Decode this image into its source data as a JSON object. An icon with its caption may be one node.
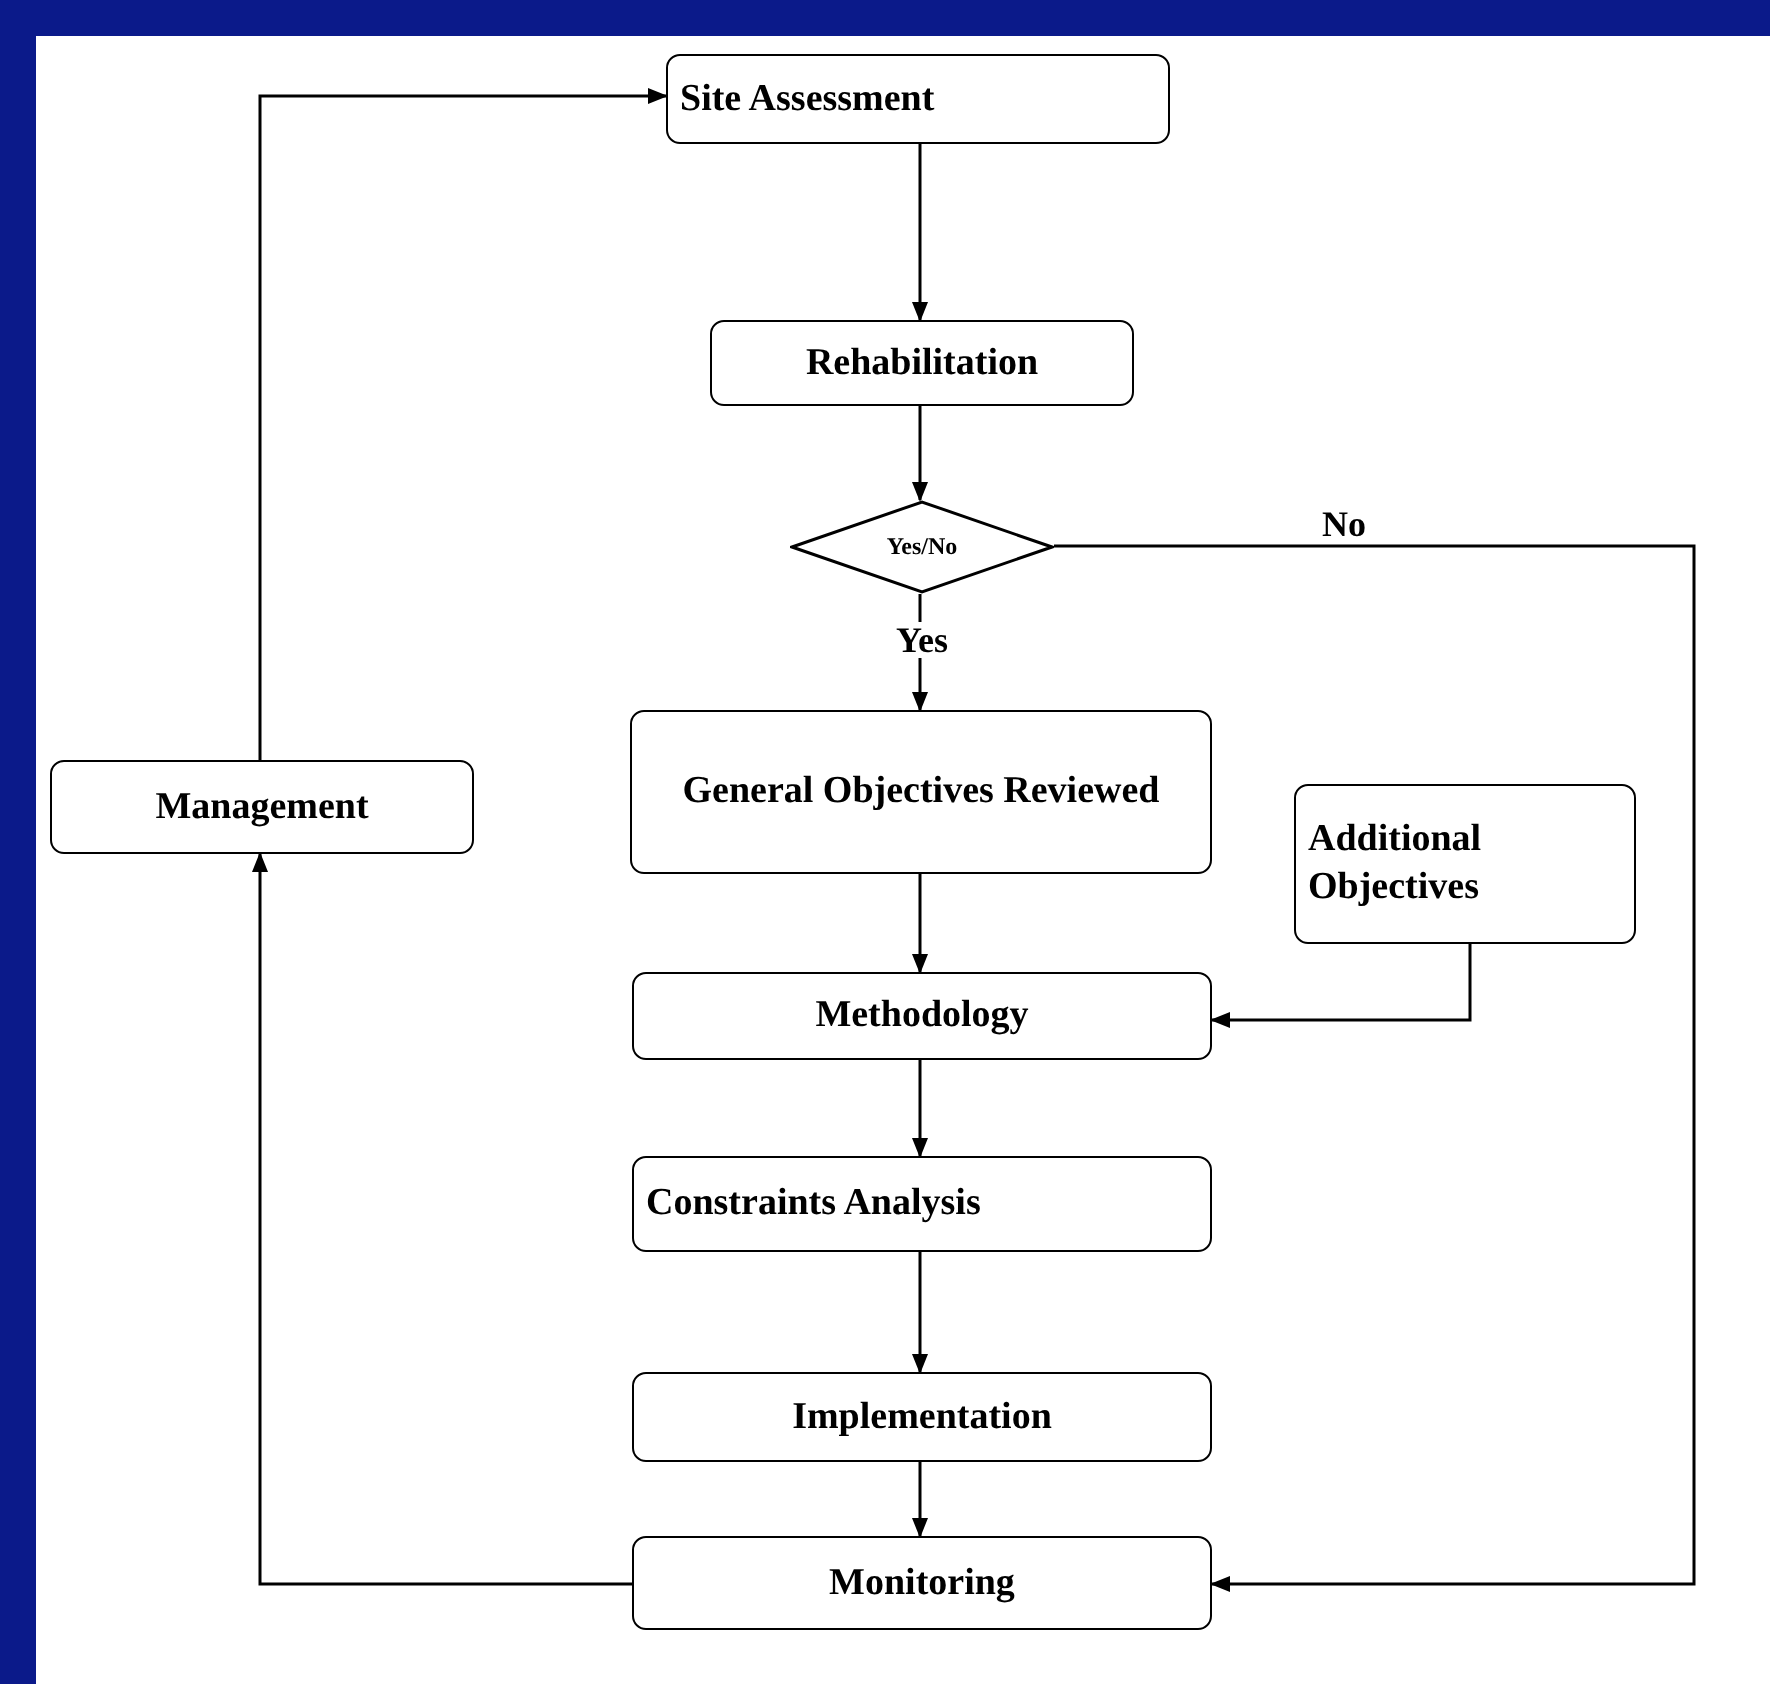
{
  "diagram": {
    "nodes": [
      {
        "text": [
          "Site Assessment"
        ]
      },
      {
        "text": [
          "Rehabilitation"
        ]
      },
      {
        "text": [
          "Yes/No"
        ]
      },
      {
        "text": [
          "General Objectives Reviewed"
        ]
      },
      {
        "text": [
          "Additional Objectives"
        ]
      },
      {
        "text": [
          "Methodology"
        ]
      },
      {
        "text": [
          "Constraints Analysis"
        ]
      },
      {
        "text": [
          "Implementation"
        ]
      },
      {
        "text": [
          "Monitoring"
        ]
      },
      {
        "text": [
          "Management"
        ]
      }
    ],
    "edges": [
      {
        "from": 0,
        "to": 1,
        "arrow": "to"
      },
      {
        "from": 1,
        "to": 2,
        "arrow": "to"
      },
      {
        "from": 2,
        "to": 3,
        "arrow": "to",
        "label": "Yes"
      },
      {
        "from": 2,
        "to": 8,
        "arrow": "to",
        "label": "No"
      },
      {
        "from": 3,
        "to": 5,
        "arrow": "to"
      },
      {
        "from": 4,
        "to": 5,
        "arrow": "to"
      },
      {
        "from": 5,
        "to": 6,
        "arrow": "to"
      },
      {
        "from": 6,
        "to": 7,
        "arrow": "to"
      },
      {
        "from": 7,
        "to": 8,
        "arrow": "to"
      },
      {
        "from": 8,
        "to": 9,
        "arrow": "to"
      },
      {
        "from": 9,
        "to": 0,
        "arrow": "to"
      }
    ]
  }
}
